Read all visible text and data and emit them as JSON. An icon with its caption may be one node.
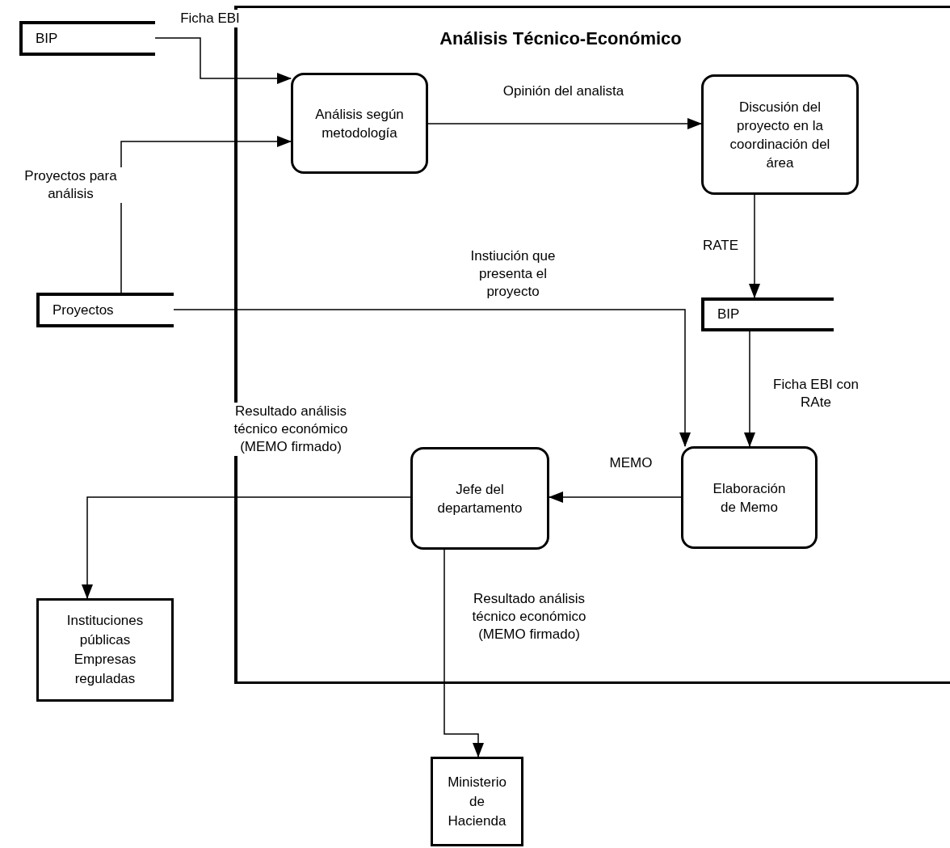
{
  "diagram": {
    "nodes": [
      {
        "text": [
          "Análisis Técnico-Económico"
        ]
      },
      {
        "text": [
          "BIP"
        ]
      },
      {
        "text": [
          "Análisis según metodología"
        ],
        "in": 0
      },
      {
        "text": [
          "Discusión del proyecto en la coordinación del área"
        ],
        "in": 0
      },
      {
        "text": [
          "Proyectos"
        ]
      },
      {
        "text": [
          "BIP"
        ],
        "in": 0
      },
      {
        "text": [
          "Jefe del departamento"
        ],
        "in": 0
      },
      {
        "text": [
          "Elaboración de Memo"
        ],
        "in": 0
      },
      {
        "text": [
          "Instituciones públicas",
          "Empresas reguladas"
        ]
      },
      {
        "text": [
          "Ministerio de Hacienda"
        ]
      }
    ],
    "edges": [
      {
        "from": 1,
        "to": 2,
        "arrow": "to",
        "label": "Ficha EBI"
      },
      {
        "from": 4,
        "to": 2,
        "arrow": "to",
        "label": "Proyectos para análisis"
      },
      {
        "from": 2,
        "to": 3,
        "arrow": "to",
        "label": "Opinión del analista"
      },
      {
        "from": 3,
        "to": 5,
        "arrow": "to",
        "label": "RATE"
      },
      {
        "from": 4,
        "to": 7,
        "arrow": "to",
        "label": "Instiución que presenta el proyecto"
      },
      {
        "from": 5,
        "to": 7,
        "arrow": "to",
        "label": "Ficha EBI con RAte"
      },
      {
        "from": 7,
        "to": 6,
        "arrow": "to",
        "label": "MEMO"
      },
      {
        "from": 6,
        "to": 8,
        "arrow": "to",
        "label": "Resultado análisis técnico económico (MEMO firmado)"
      },
      {
        "from": 6,
        "to": 9,
        "arrow": "to",
        "label": "Resultado análisis técnico económico (MEMO firmado)"
      }
    ]
  }
}
